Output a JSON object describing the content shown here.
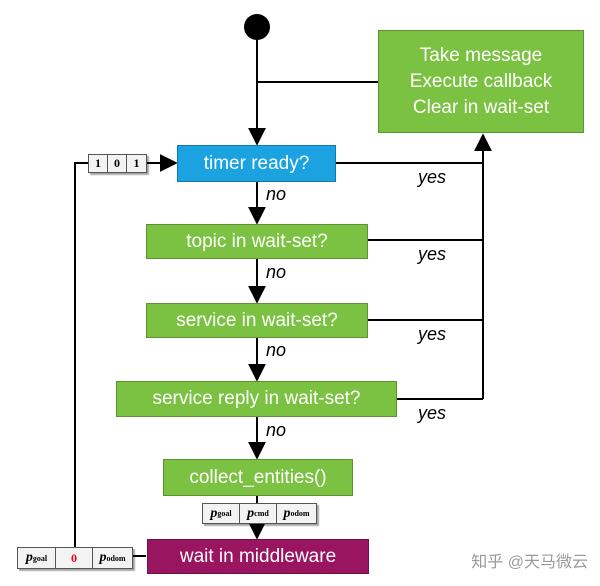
{
  "colors": {
    "green": "#7cc242",
    "blue": "#1aa3e0",
    "magenta": "#9a1560",
    "register_red": "#e2001a",
    "line": "#000000"
  },
  "action_box": {
    "line1": "Take message",
    "line2": "Execute callback",
    "line3": "Clear in wait-set"
  },
  "decisions": [
    {
      "label": "timer ready?",
      "yes": "yes",
      "no": "no"
    },
    {
      "label": "topic in wait-set?",
      "yes": "yes",
      "no": "no"
    },
    {
      "label": "service in wait-set?",
      "yes": "yes",
      "no": "no"
    },
    {
      "label": "service reply in wait-set?",
      "yes": "yes",
      "no": "no"
    }
  ],
  "collect_box": {
    "label": "collect_entities()"
  },
  "wait_box": {
    "label": "wait in middleware"
  },
  "timer_register": {
    "cells": [
      "1",
      "0",
      "1"
    ]
  },
  "collect_register": {
    "cells": [
      {
        "symbol": "p",
        "sub": "goal"
      },
      {
        "symbol": "p",
        "sub": "cmd"
      },
      {
        "symbol": "p",
        "sub": "odom"
      }
    ]
  },
  "wait_register": {
    "cells": [
      {
        "symbol": "p",
        "sub": "goal"
      },
      {
        "value": "0"
      },
      {
        "symbol": "p",
        "sub": "odom"
      }
    ]
  },
  "watermark": "知乎 @天马微云"
}
